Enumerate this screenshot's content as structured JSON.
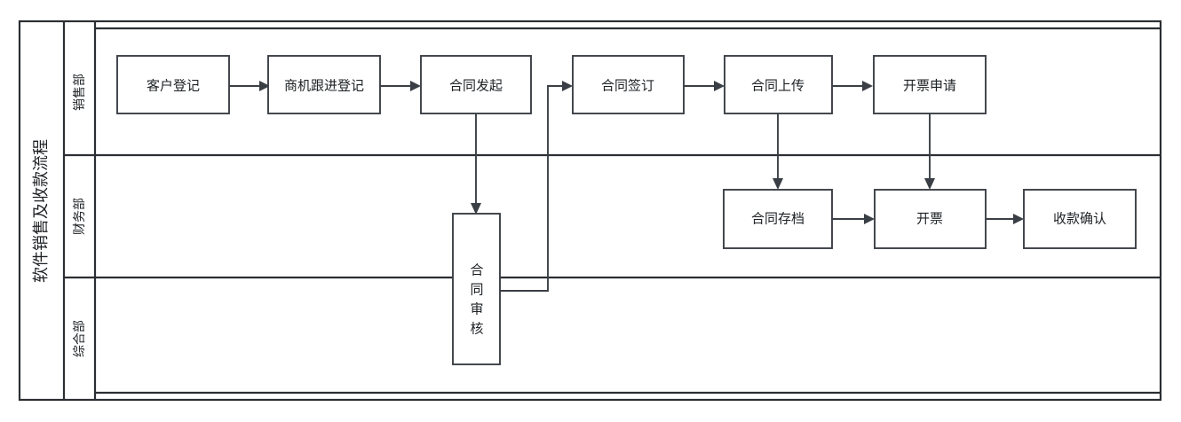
{
  "diagram": {
    "title": "软件销售及收款流程",
    "type": "swimlane-flowchart",
    "accent_color": "#3a3f45",
    "background_color": "#ffffff",
    "lanes": [
      {
        "id": "sales",
        "label": "销售部"
      },
      {
        "id": "finance",
        "label": "财务部"
      },
      {
        "id": "general",
        "label": "综合部"
      }
    ],
    "nodes": [
      {
        "id": "n1",
        "label": "客户登记",
        "lane": "sales",
        "orientation": "horizontal"
      },
      {
        "id": "n2",
        "label": "商机跟进登记",
        "lane": "sales",
        "orientation": "horizontal"
      },
      {
        "id": "n3",
        "label": "合同发起",
        "lane": "sales",
        "orientation": "horizontal"
      },
      {
        "id": "n4",
        "label": "合同签订",
        "lane": "sales",
        "orientation": "horizontal"
      },
      {
        "id": "n5",
        "label": "合同上传",
        "lane": "sales",
        "orientation": "horizontal"
      },
      {
        "id": "n6",
        "label": "开票申请",
        "lane": "sales",
        "orientation": "horizontal"
      },
      {
        "id": "n7",
        "label": "合同存档",
        "lane": "finance",
        "orientation": "horizontal"
      },
      {
        "id": "n8",
        "label": "开票",
        "lane": "finance",
        "orientation": "horizontal"
      },
      {
        "id": "n9",
        "label": "收款确认",
        "lane": "finance",
        "orientation": "horizontal"
      },
      {
        "id": "n10",
        "label": "合同审核",
        "lane": "finance-general",
        "orientation": "vertical",
        "chars": [
          "合",
          "同",
          "审",
          "核"
        ]
      }
    ],
    "edges": [
      {
        "from": "n1",
        "to": "n2",
        "style": "straight-right"
      },
      {
        "from": "n2",
        "to": "n3",
        "style": "straight-right"
      },
      {
        "from": "n3",
        "to": "n10",
        "style": "down"
      },
      {
        "from": "n10",
        "to": "n4",
        "style": "right-up-right"
      },
      {
        "from": "n4",
        "to": "n5",
        "style": "straight-right"
      },
      {
        "from": "n5",
        "to": "n6",
        "style": "straight-right"
      },
      {
        "from": "n5",
        "to": "n7",
        "style": "down"
      },
      {
        "from": "n6",
        "to": "n8",
        "style": "down"
      },
      {
        "from": "n7",
        "to": "n8",
        "style": "straight-right"
      },
      {
        "from": "n8",
        "to": "n9",
        "style": "straight-right"
      }
    ]
  }
}
